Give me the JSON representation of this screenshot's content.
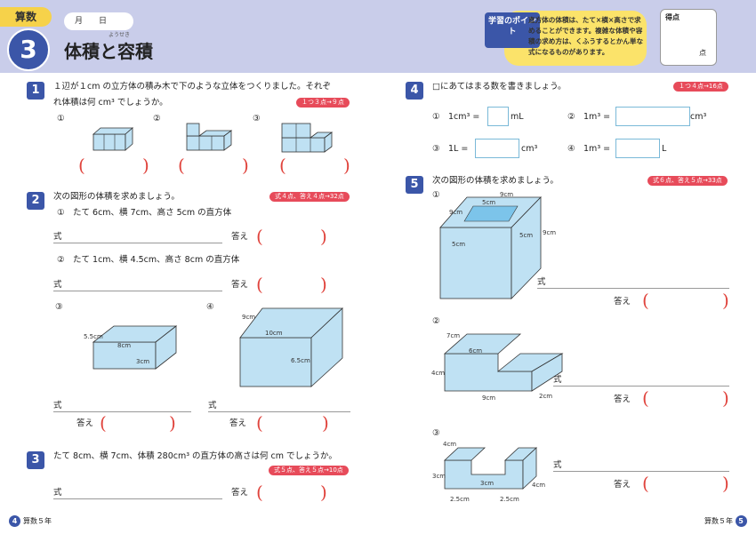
{
  "header": {
    "subject": "算数",
    "unit_number": "3",
    "date": "月　　日",
    "title": "体積と容積",
    "title_ruby": "ようせき",
    "point_tag": "学習のポイント",
    "point_text": "直方体の体積は、たて×横×高さで求めることができます。複雑な体積や容積の求め方は、くふうするとかん単な式になるものがあります。",
    "score_label": "得点",
    "score_unit": "点"
  },
  "q1": {
    "num": "1",
    "text1": "１辺が１cm の立方体の積み木で下のような立体をつくりました。それぞ",
    "text2": "れ体積は何 cm³ でしょうか。",
    "points": "１つ３点→９点",
    "labels": [
      "①",
      "②",
      "③"
    ]
  },
  "q2": {
    "num": "2",
    "text": "次の図形の体積を求めましょう。",
    "points": "式４点、答え４点→32点",
    "sub1": "①　たて 6cm、横 7cm、高さ 5cm の直方体",
    "sub2": "②　たて 1cm、横 4.5cm、高さ 8cm の直方体",
    "sub3": "③",
    "sub4": "④",
    "shiki": "式",
    "kotae": "答え",
    "paren_open": "(",
    "paren_close": ")",
    "fig3": {
      "a": "5.5cm",
      "b": "8cm",
      "c": "3cm"
    },
    "fig4": {
      "a": "9cm",
      "b": "10cm",
      "c": "6.5cm"
    }
  },
  "q3": {
    "num": "3",
    "text": "たて 8cm、横 7cm、体積 280cm³ の直方体の高さは何 cm でしょうか。",
    "points": "式５点、答え５点→10点"
  },
  "q4": {
    "num": "4",
    "text": "□にあてはまる数を書きましょう。",
    "points": "１つ４点→16点",
    "i1": "①　1cm³ =",
    "u1": "mL",
    "i2": "②　1m³ =",
    "u2": "cm³",
    "i3": "③　1L =",
    "u3": "cm³",
    "i4": "④　1m³ =",
    "u4": "L"
  },
  "q5": {
    "num": "5",
    "text": "次の図形の体積を求めましょう。",
    "points": "式６点、答え５点→33点",
    "labels": [
      "①",
      "②",
      "③"
    ],
    "f1": {
      "a": "9cm",
      "b": "9cm",
      "c": "5cm",
      "d": "5cm",
      "e": "5cm",
      "f": "9cm"
    },
    "f2": {
      "a": "7cm",
      "b": "6cm",
      "c": "4cm",
      "d": "9cm",
      "e": "2cm"
    },
    "f3": {
      "a": "4cm",
      "b": "3cm",
      "c": "3cm",
      "d": "4cm",
      "e": "2.5cm",
      "f": "2.5cm"
    }
  },
  "footer": {
    "left_page": "4",
    "left_label": "算数５年",
    "right_page": "5",
    "right_label": "算数５年"
  }
}
